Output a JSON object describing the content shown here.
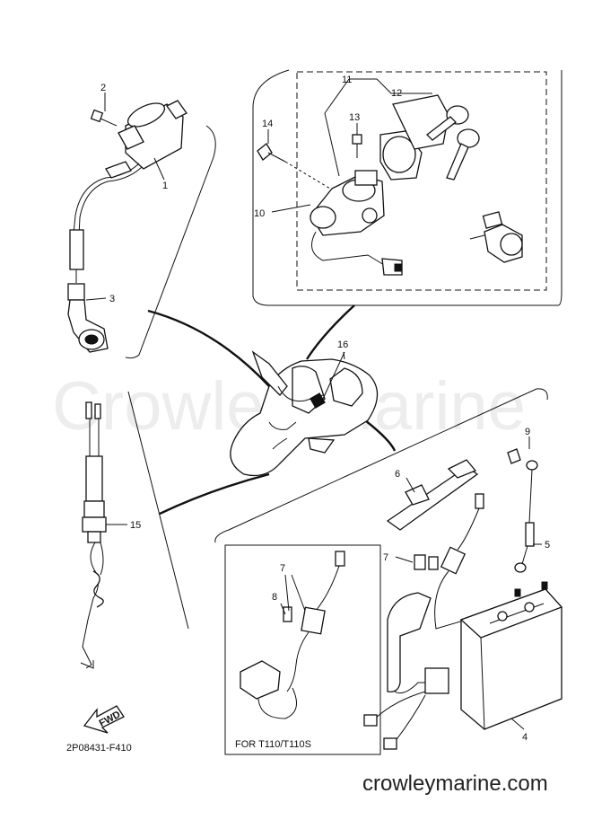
{
  "diagram": {
    "part_labels": {
      "p1": "1",
      "p2": "2",
      "p3": "3",
      "p4": "4",
      "p5": "5",
      "p6": "6",
      "p7a": "7",
      "p7b": "7",
      "p8": "8",
      "p9": "9",
      "p10": "10",
      "p11": "11",
      "p12": "12",
      "p13": "13",
      "p14": "14",
      "p15": "15",
      "p16": "16"
    },
    "inset_note": "FOR T110/T110S",
    "drawing_code": "2P08431-F410",
    "fwd_label": "FWD",
    "watermark": "Crowley Marine",
    "site_url": "crowleymarine.com"
  }
}
